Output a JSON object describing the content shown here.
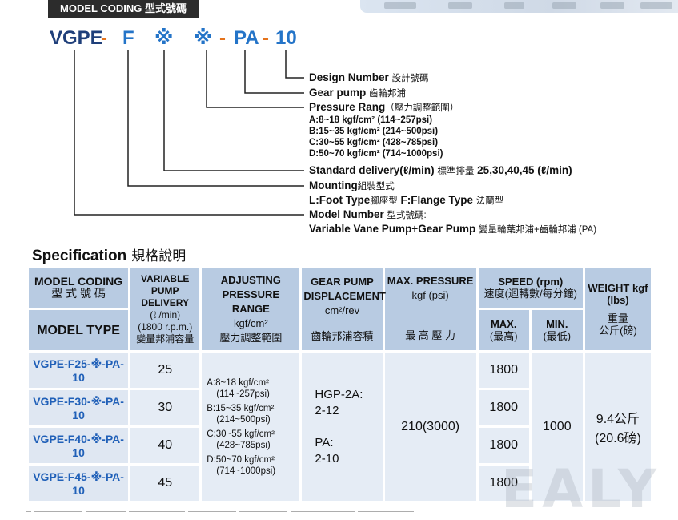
{
  "header": {
    "tag": "MODEL CODING 型式號碼"
  },
  "model_code": {
    "parts": [
      "VGPE",
      "-",
      "F",
      "※",
      "※",
      "-",
      "PA",
      "-",
      "10"
    ]
  },
  "descriptions": {
    "design_number": {
      "en": "Design Number",
      "cn": "設計號碼"
    },
    "gear_pump": {
      "en": "Gear pump",
      "cn": "齒輪邦浦"
    },
    "pressure_rang": {
      "en": "Pressure Rang",
      "cn": "（壓力調整範圍）"
    },
    "pressure_items": [
      "A:8~18 kgf/cm² (114~257psi)",
      "B:15~35 kgf/cm² (214~500psi)",
      "C:30~55 kgf/cm² (428~785psi)",
      "D:50~70 kgf/cm² (714~1000psi)"
    ],
    "standard_delivery": {
      "en": "Standard delivery(ℓ/min)",
      "cn": "標準排量",
      "values": "25,30,40,45 (ℓ/min)"
    },
    "mounting": {
      "en": "Mounting",
      "cn": "組裝型式"
    },
    "mounting_types": {
      "foot": "L:Foot Type",
      "foot_cn": "腳座型",
      "flange": "F:Flange Type",
      "flange_cn": "法蘭型"
    },
    "model_number": {
      "en": "Model Number",
      "cn": "型式號碼:"
    },
    "model_number_desc": {
      "en": "Variable Vane Pump+Gear Pump",
      "cn": "變量輪葉邦浦+齒輪邦浦 (PA)"
    }
  },
  "spec": {
    "title": "Specification",
    "title_cn": "規格說明",
    "headers": {
      "model_coding": "MODEL CODING",
      "model_coding_cn": "型 式 號 碼",
      "model_type": "MODEL TYPE",
      "variable_pump": "VARIABLE PUMP DELIVERY",
      "variable_pump_unit": "(ℓ /min)",
      "variable_pump_rpm": "(1800 r.p.m.)",
      "variable_pump_cn": "變量邦浦容量",
      "adjusting": "ADJUSTING PRESSURE RANGE",
      "adjusting_unit": "kgf/cm²",
      "adjusting_cn": "壓力調整範圍",
      "gear_pump": "GEAR PUMP DISPLACEMENT",
      "gear_pump_unit": "cm²/rev",
      "gear_pump_cn": "齒輪邦浦容積",
      "max_pressure": "MAX. PRESSURE",
      "max_pressure_unit": "kgf (psi)",
      "max_pressure_cn": "最 高 壓 力",
      "speed": "SPEED (rpm)",
      "speed_cn": "速度(迴轉數/每分鐘)",
      "speed_max": "MAX.",
      "speed_max_cn": "(最高)",
      "speed_min": "MIN.",
      "speed_min_cn": "(最低)",
      "weight": "WEIGHT kgf (lbs)",
      "weight_cn": "重量",
      "weight_cn2": "公斤(磅)"
    },
    "rows": [
      {
        "model": "VGPE-F25-※-PA-10",
        "delivery": "25",
        "max_speed": "1800"
      },
      {
        "model": "VGPE-F30-※-PA-10",
        "delivery": "30",
        "max_speed": "1800"
      },
      {
        "model": "VGPE-F40-※-PA-10",
        "delivery": "40",
        "max_speed": "1800"
      },
      {
        "model": "VGPE-F45-※-PA-10",
        "delivery": "45",
        "max_speed": "1800"
      }
    ],
    "pressure_range": [
      "A:8~18 kgf/cm²",
      "(114~257psi)",
      "B:15~35 kgf/cm²",
      "(214~500psi)",
      "C:30~55 kgf/cm²",
      "(428~785psi)",
      "D:50~70 kgf/cm²",
      "(714~1000psi)"
    ],
    "gear": {
      "a_label": "HGP-2A:",
      "a_value": "2-12",
      "b_label": "PA:",
      "b_value": "2-10"
    },
    "max_pressure": "210(3000)",
    "min_speed": "1000",
    "weight_kg": "9.4公斤",
    "weight_lb": "(20.6磅)"
  },
  "watermark": "EALY"
}
